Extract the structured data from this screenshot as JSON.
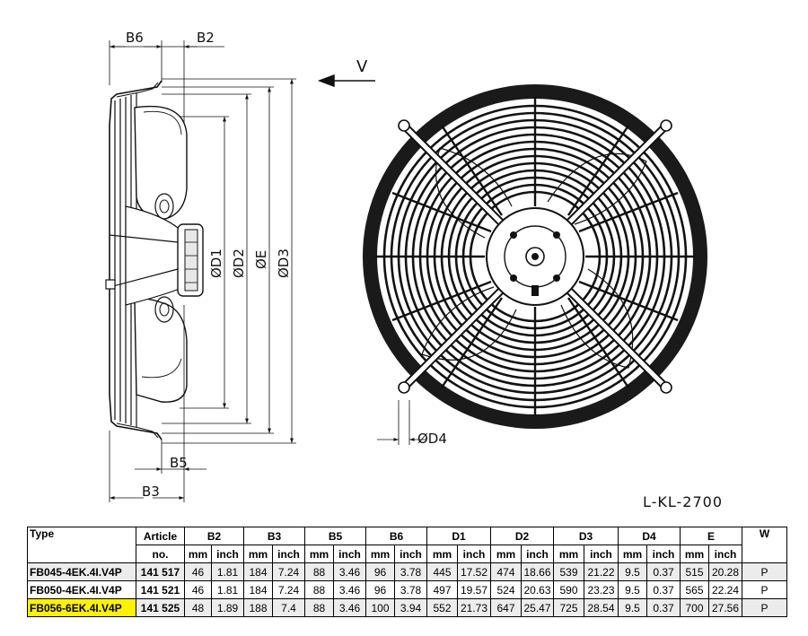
{
  "drawing": {
    "labels": {
      "b6": "B6",
      "b2": "B2",
      "v": "V",
      "d1": "ØD1",
      "d2": "ØD2",
      "e": "ØE",
      "d3": "ØD3",
      "d4": "ØD4",
      "b5": "B5",
      "b3": "B3",
      "ref": "L-KL-2700"
    }
  },
  "table": {
    "headers": {
      "type": "Type",
      "article_1": "Article",
      "article_2": "no.",
      "b2": "B2",
      "b3": "B3",
      "b5": "B5",
      "b6": "B6",
      "d1": "D1",
      "d2": "D2",
      "d3": "D3",
      "d4": "D4",
      "e": "E",
      "w": "W",
      "mm": "mm",
      "inch": "inch"
    },
    "rows": [
      {
        "type": "FB045-4EK.4I.V4P",
        "article": "141 517",
        "b2_mm": "46",
        "b2_in": "1.81",
        "b3_mm": "184",
        "b3_in": "7.24",
        "b5_mm": "88",
        "b5_in": "3.46",
        "b6_mm": "96",
        "b6_in": "3.78",
        "d1_mm": "445",
        "d1_in": "17.52",
        "d2_mm": "474",
        "d2_in": "18.66",
        "d3_mm": "539",
        "d3_in": "21.22",
        "d4_mm": "9.5",
        "d4_in": "0.37",
        "e_mm": "515",
        "e_in": "20.28",
        "w": "P"
      },
      {
        "type": "FB050-4EK.4I.V4P",
        "article": "141 521",
        "b2_mm": "46",
        "b2_in": "1.81",
        "b3_mm": "184",
        "b3_in": "7.24",
        "b5_mm": "88",
        "b5_in": "3.46",
        "b6_mm": "96",
        "b6_in": "3.78",
        "d1_mm": "497",
        "d1_in": "19.57",
        "d2_mm": "524",
        "d2_in": "20.63",
        "d3_mm": "590",
        "d3_in": "23.23",
        "d4_mm": "9.5",
        "d4_in": "0.37",
        "e_mm": "565",
        "e_in": "22.24",
        "w": "P"
      },
      {
        "type": "FB056-6EK.4I.V4P",
        "article": "141 525",
        "b2_mm": "48",
        "b2_in": "1.89",
        "b3_mm": "188",
        "b3_in": "7.4",
        "b5_mm": "88",
        "b5_in": "3.46",
        "b6_mm": "100",
        "b6_in": "3.94",
        "d1_mm": "552",
        "d1_in": "21.73",
        "d2_mm": "647",
        "d2_in": "25.47",
        "d3_mm": "725",
        "d3_in": "28.54",
        "d4_mm": "9.5",
        "d4_in": "0.37",
        "e_mm": "700",
        "e_in": "27.56",
        "w": "P"
      }
    ],
    "highlight_color": "#fff200",
    "shade_color": "#ececec"
  }
}
